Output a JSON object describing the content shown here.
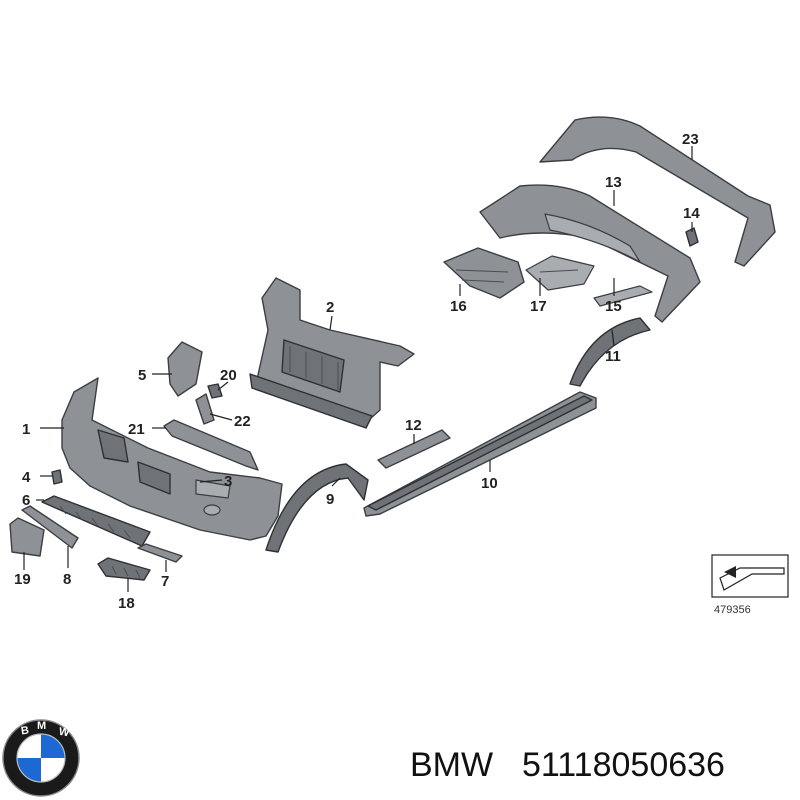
{
  "callouts": {
    "c1": "1",
    "c2": "2",
    "c3": "3",
    "c4": "4",
    "c5": "5",
    "c6": "6",
    "c7": "7",
    "c8": "8",
    "c9": "9",
    "c10": "10",
    "c11": "11",
    "c12": "12",
    "c13": "13",
    "c14": "14",
    "c15": "15",
    "c16": "16",
    "c17": "17",
    "c18": "18",
    "c19": "19",
    "c20": "20",
    "c21": "21",
    "c22": "22",
    "c23": "23"
  },
  "reference": {
    "number": "479356",
    "icon": "angled-arrow-icon"
  },
  "logo": {
    "name": "bmw-roundel",
    "ring_text": "BMW",
    "colors": {
      "ring": "#1a1a1a",
      "blue": "#1c69d4",
      "white": "#ffffff"
    }
  },
  "footer": {
    "brand": "BMW",
    "part_number": "51118050636"
  }
}
